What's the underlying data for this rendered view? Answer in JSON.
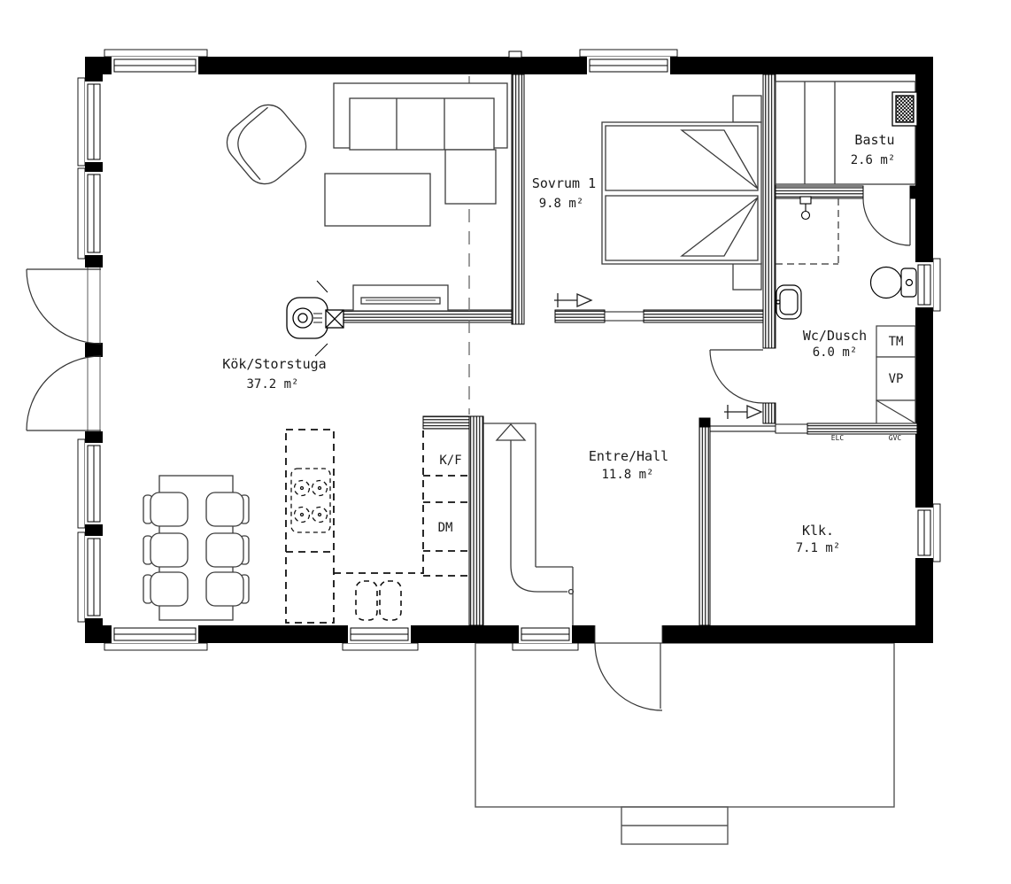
{
  "plan": {
    "rooms": [
      {
        "id": "kok",
        "name": "Kök/Storstuga",
        "area": "37.2 m²"
      },
      {
        "id": "sovrum1",
        "name": "Sovrum 1",
        "area": "9.8 m²"
      },
      {
        "id": "bastu",
        "name": "Bastu",
        "area": "2.6 m²"
      },
      {
        "id": "wc",
        "name": "Wc/Dusch",
        "area": "6.0 m²"
      },
      {
        "id": "entre",
        "name": "Entre/Hall",
        "area": "11.8 m²"
      },
      {
        "id": "klk",
        "name": "Klk.",
        "area": "7.1 m²"
      }
    ],
    "appliances": {
      "kf": "K/F",
      "dm": "DM",
      "tm": "TM",
      "vp": "VP",
      "elc": "ELC",
      "gvc": "GVC"
    },
    "colors": {
      "wall": "#000000",
      "furniture_line": "#3c3c3c",
      "dashed_line": "#1a1a1a",
      "background": "#ffffff"
    }
  }
}
